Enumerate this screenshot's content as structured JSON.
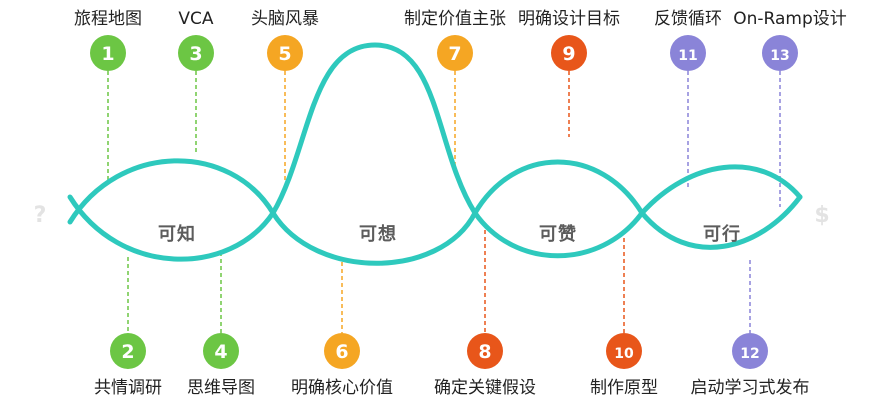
{
  "colors": {
    "curve": "#2ec9bd",
    "green": "#6cc644",
    "orange": "#f5a623",
    "red_orange": "#e8561a",
    "purple": "#8a84d8"
  },
  "edge_marks": {
    "left": "?",
    "right": "$"
  },
  "phases": [
    "可知",
    "可想",
    "可赞",
    "可行"
  ],
  "steps_top": [
    {
      "num": "1",
      "label": "旅程地图",
      "color": "green"
    },
    {
      "num": "3",
      "label": "VCA",
      "color": "green"
    },
    {
      "num": "5",
      "label": "头脑风暴",
      "color": "orange"
    },
    {
      "num": "7",
      "label": "制定价值主张",
      "color": "orange"
    },
    {
      "num": "9",
      "label": "明确设计目标",
      "color": "red_orange"
    },
    {
      "num": "11",
      "label": "反馈循环",
      "color": "purple"
    },
    {
      "num": "13",
      "label": "On-Ramp设计",
      "color": "purple"
    }
  ],
  "steps_bottom": [
    {
      "num": "2",
      "label": "共情调研",
      "color": "green"
    },
    {
      "num": "4",
      "label": "思维导图",
      "color": "green"
    },
    {
      "num": "6",
      "label": "明确核心价值",
      "color": "orange"
    },
    {
      "num": "8",
      "label": "确定关键假设",
      "color": "red_orange"
    },
    {
      "num": "10",
      "label": "制作原型",
      "color": "red_orange"
    },
    {
      "num": "12",
      "label": "启动学习式发布",
      "color": "purple"
    }
  ]
}
